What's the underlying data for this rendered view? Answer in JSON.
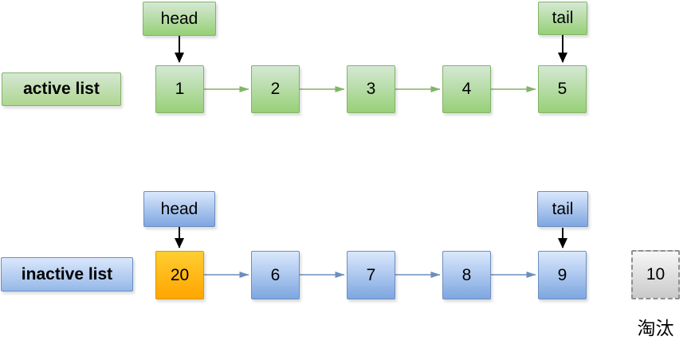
{
  "active_list": {
    "label": "active list",
    "head_label": "head",
    "tail_label": "tail",
    "nodes": [
      "1",
      "2",
      "3",
      "4",
      "5"
    ]
  },
  "inactive_list": {
    "label": "inactive list",
    "head_label": "head",
    "tail_label": "tail",
    "nodes": [
      "20",
      "6",
      "7",
      "8",
      "9"
    ]
  },
  "evicted_node": {
    "value": "10",
    "caption": "淘汰"
  },
  "colors": {
    "green_fill_top": "#d5e8d4",
    "green_fill_bottom": "#97d077",
    "green_stroke": "#82b366",
    "blue_fill_top": "#dae8fc",
    "blue_fill_bottom": "#7ea6e0",
    "blue_stroke": "#6c8ebf",
    "orange_fill_top": "#ffce31",
    "orange_fill_bottom": "#ffa500",
    "orange_stroke": "#d79b00",
    "gray_fill_top": "#f7f7f7",
    "gray_fill_bottom": "#c9c9c9",
    "gray_stroke": "#8f8f8f",
    "pointer_arrow": "#000000"
  }
}
